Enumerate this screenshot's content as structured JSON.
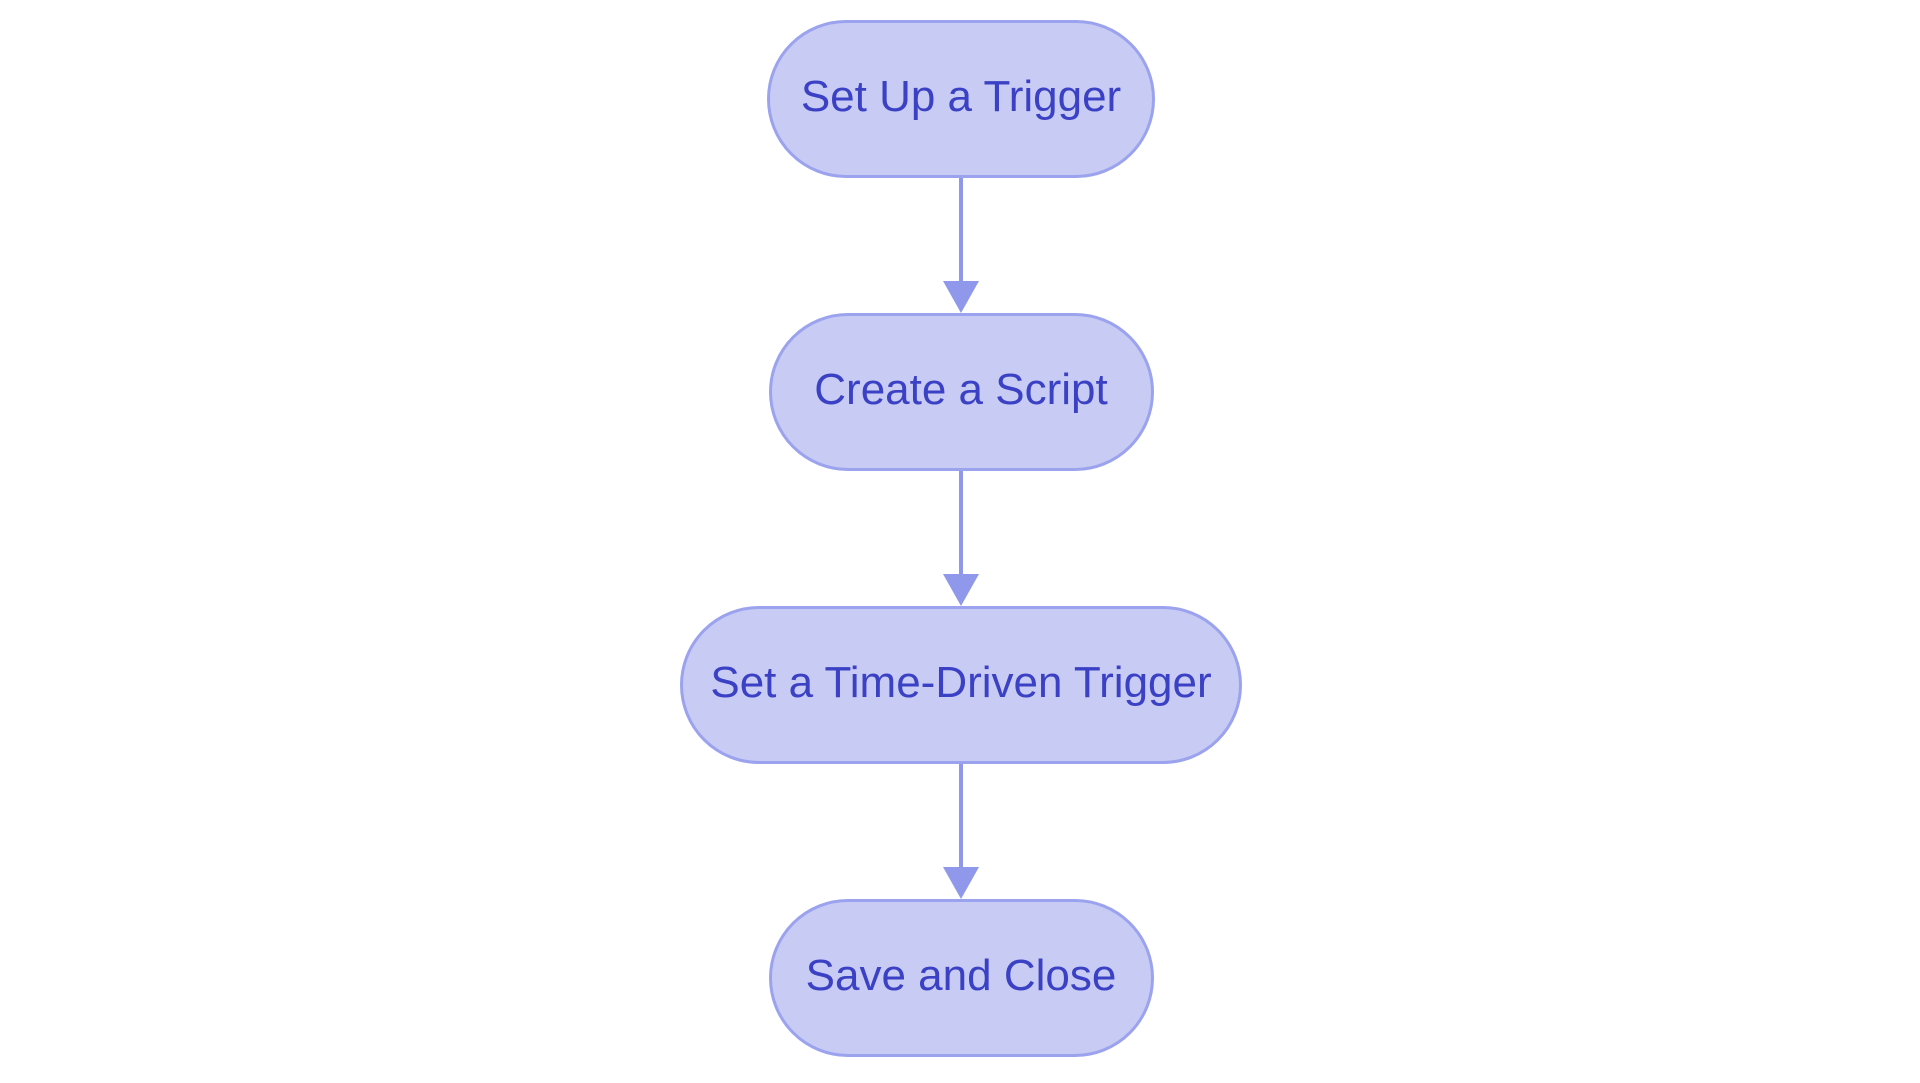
{
  "flowchart": {
    "type": "vertical-flowchart",
    "nodes": [
      {
        "id": "step-1",
        "label": "Set Up a Trigger"
      },
      {
        "id": "step-2",
        "label": "Create a Script"
      },
      {
        "id": "step-3",
        "label": "Set a Time-Driven Trigger"
      },
      {
        "id": "step-4",
        "label": "Save and Close"
      }
    ],
    "edges": [
      {
        "from": "step-1",
        "to": "step-2",
        "style": "arrow-down"
      },
      {
        "from": "step-2",
        "to": "step-3",
        "style": "arrow-down"
      },
      {
        "from": "step-3",
        "to": "step-4",
        "style": "arrow-down"
      }
    ]
  },
  "theme": {
    "background": "#ffffff",
    "node_fill": "#c8cbf4",
    "node_border": "#9ba3ee",
    "arrow_color": "#8f98ea",
    "text_color": "#3b41c4"
  }
}
